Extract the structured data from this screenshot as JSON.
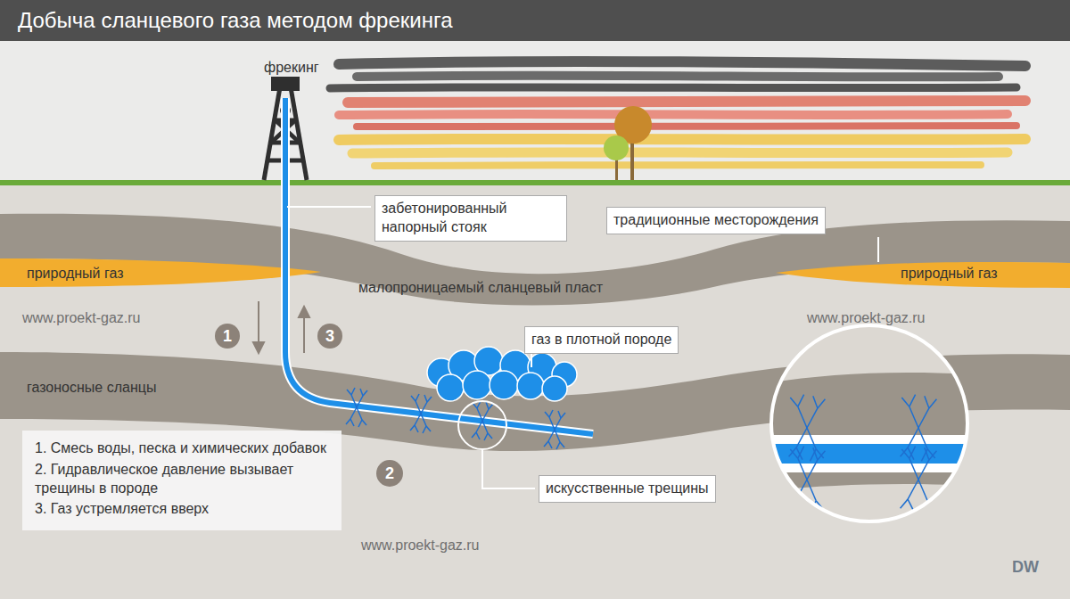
{
  "diagram": {
    "title": "Добыча сланцевого газа методом фрекинга",
    "nodes": [
      {
        "text": [
          "забетонированный напорный стояк"
        ]
      },
      {
        "text": [
          "традиционные месторождения"
        ]
      },
      {
        "text": [
          "1"
        ]
      },
      {
        "text": [
          "3"
        ]
      },
      {
        "text": [
          "газ в плотной породе"
        ]
      },
      {
        "text": [
          "1. Смесь воды, песка и химических добавок",
          "2. Гидравлическое давление вызывает трещины в породе",
          "3. Газ устремляется вверх"
        ]
      },
      {
        "text": [
          "2"
        ]
      },
      {
        "text": [
          "искусственные трещины"
        ]
      }
    ],
    "labels": [
      "фрекинг",
      "природный газ",
      "природный газ",
      "малопроницаемый сланцевый пласт",
      "www.proekt-gaz.ru",
      "www.proekt-gaz.ru",
      "газоносные сланцы",
      "www.proekt-gaz.ru",
      "DW"
    ]
  }
}
